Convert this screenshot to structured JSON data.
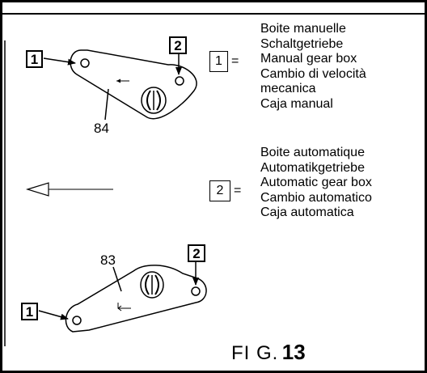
{
  "callouts": {
    "one": "1",
    "two": "2",
    "eq_one": "1",
    "eq_two": "2",
    "equals": "="
  },
  "parts": {
    "upper_part_number": "84",
    "lower_part_number": "83"
  },
  "manual_gearbox": {
    "labels": [
      "Boite manuelle",
      "Schaltgetriebe",
      "Manual gear box",
      "Cambio di velocità",
      "mecanica",
      "Caja manual"
    ]
  },
  "automatic_gearbox": {
    "labels": [
      "Boite automatique",
      "Automatikgetriebe",
      "Automatic gear box",
      "Cambio automatico",
      "Caja automatica"
    ]
  },
  "caption": {
    "prefix": "FI G.",
    "number": "13"
  }
}
